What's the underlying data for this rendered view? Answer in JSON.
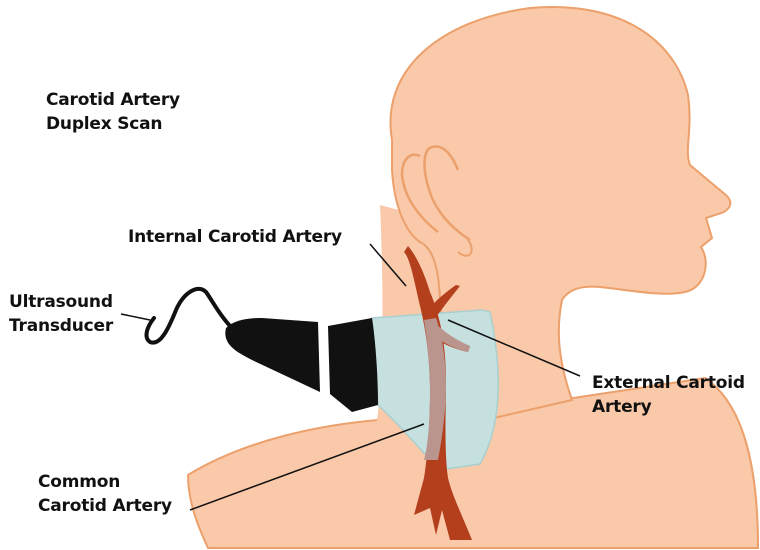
{
  "title": {
    "line1": "Carotid Artery",
    "line2": "Duplex Scan"
  },
  "labels": {
    "internal_carotid": "Internal Carotid Artery",
    "ultrasound_transducer": {
      "line1": "Ultrasound",
      "line2": "Transducer"
    },
    "external_carotid": {
      "line1": "External Cartoid",
      "line2": "Artery"
    },
    "common_carotid": {
      "line1": "Common",
      "line2": "Carotid Artery"
    }
  },
  "colors": {
    "skin": "#f9c9aa",
    "skin_outline": "#eca06b",
    "artery": "#b33f1c",
    "artery_under_probe": "#b9958d",
    "scan_beam": "#c6e0e0",
    "transducer": "#111111",
    "text": "#111111"
  }
}
